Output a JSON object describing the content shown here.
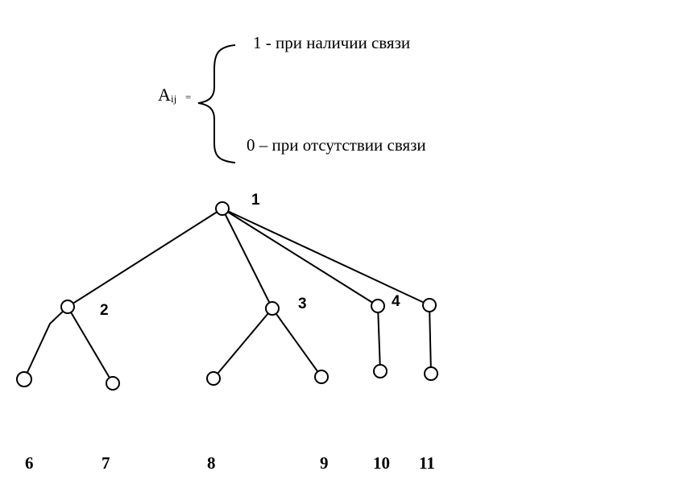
{
  "formula": {
    "lhs": "A",
    "lhs_subscript": "ij",
    "equals": "=",
    "case_1": "1 - при наличии связи",
    "case_0": "0 – при отсутствии связи"
  },
  "graph": {
    "node_labels": {
      "n1": "1",
      "n2": "2",
      "n3": "3",
      "n4": "4",
      "n6": "6",
      "n7": "7",
      "n8": "8",
      "n9": "9",
      "n10": "10",
      "n11": "11"
    },
    "edges": [
      [
        "n1",
        "n2"
      ],
      [
        "n1",
        "n3"
      ],
      [
        "n1",
        "n10up"
      ],
      [
        "n1",
        "n11up"
      ],
      [
        "n2",
        "n6"
      ],
      [
        "n2",
        "n7"
      ],
      [
        "n3",
        "n8"
      ],
      [
        "n3",
        "n9"
      ],
      [
        "n10up",
        "n10"
      ],
      [
        "n11up",
        "n11"
      ]
    ]
  }
}
